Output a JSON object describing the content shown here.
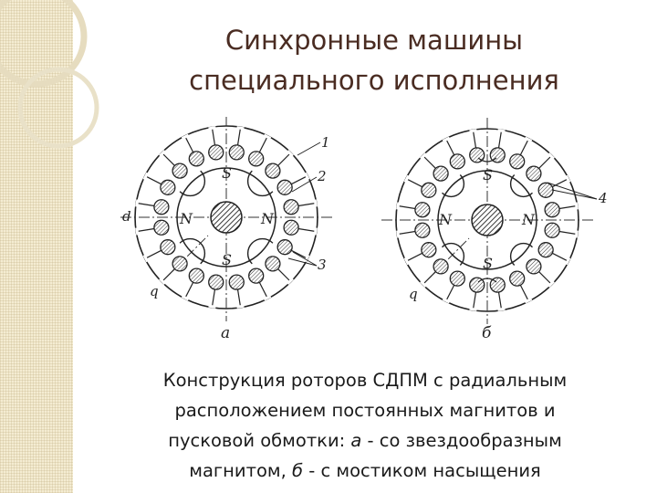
{
  "title": {
    "line1": "Синхронные машины",
    "line2": "специального исполнения"
  },
  "figure": {
    "rotor_a": {
      "pole_labels": [
        "S",
        "N",
        "N",
        "S"
      ],
      "axis_labels": [
        "d",
        "q"
      ],
      "callouts": [
        "1",
        "2",
        "3"
      ],
      "sublabel": "а"
    },
    "rotor_b": {
      "pole_labels": [
        "S",
        "N",
        "N",
        "S"
      ],
      "axis_labels": [
        "q"
      ],
      "callouts": [
        "4"
      ],
      "sublabel": "б"
    }
  },
  "caption": {
    "line1": "Конструкция роторов СДПМ с радиальным",
    "line2": "расположением постоянных магнитов и",
    "line3_prefix": "пусковой обмотки: ",
    "line3_a": "а",
    "line3_suffix": " - со звездообразным",
    "line4_prefix": "магнитом, ",
    "line4_b": "б",
    "line4_suffix": " - с мостиком насыщения"
  },
  "colors": {
    "accent_stripe": "#f4ecd2",
    "title_text": "#4a2c22"
  }
}
